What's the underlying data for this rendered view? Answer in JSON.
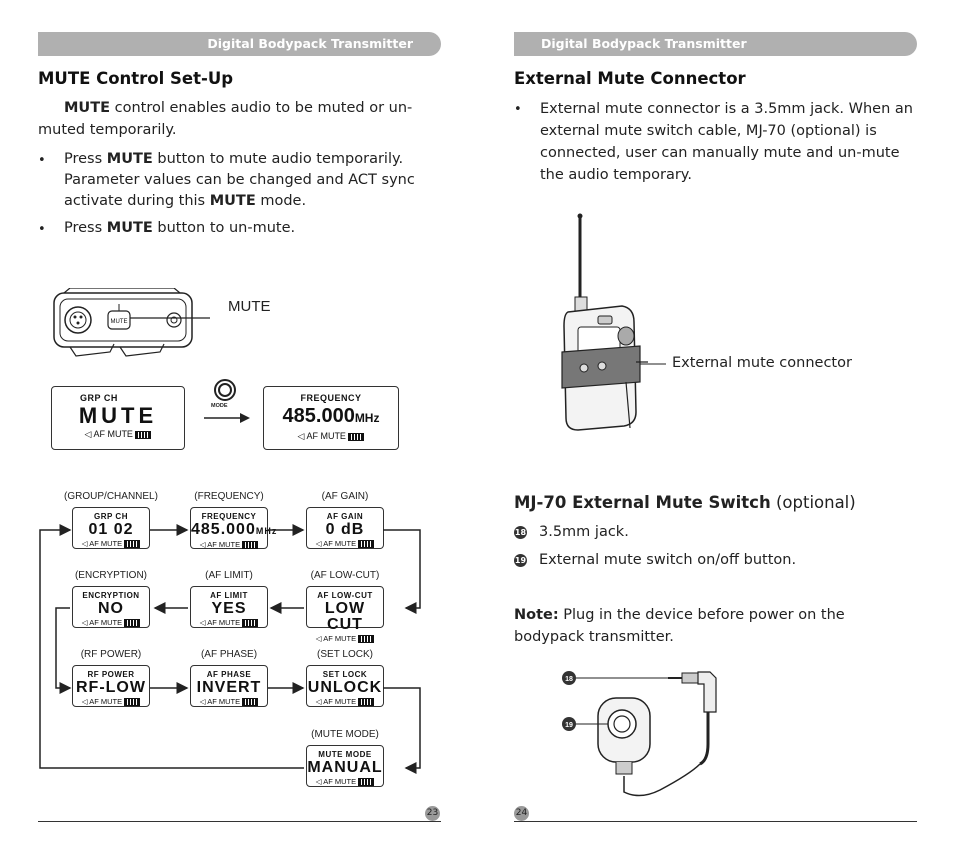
{
  "left": {
    "header": "Digital Bodypack Transmitter",
    "title": "MUTE Control Set-Up",
    "intro_bold": "MUTE",
    "intro_rest": " control enables audio to be muted or un-muted temporarily.",
    "bullet1_a": "Press ",
    "bullet1_b": "MUTE",
    "bullet1_c": " button to mute audio temporarily. Parameter values can be changed and ACT sync activate during this ",
    "bullet1_d": "MUTE",
    "bullet1_e": " mode.",
    "bullet2_a": "Press ",
    "bullet2_b": "MUTE",
    "bullet2_c": " button to un-mute.",
    "device_label": "MUTE",
    "mute_lcd": {
      "top": "GRP       CH",
      "mid": "MUTE",
      "bot": "◁ AF  MUTE"
    },
    "mode_label": "MODE",
    "freq_lcd": {
      "top": "FREQUENCY",
      "mid": "485.000",
      "unit": "MHz",
      "bot": "◁ AF  MUTE"
    },
    "flow": [
      {
        "caption": "(GROUP/CHANNEL)",
        "top": "GRP      CH",
        "mid": "01   02"
      },
      {
        "caption": "(FREQUENCY)",
        "top": "FREQUENCY",
        "mid": "485.000",
        "unit": "MHz"
      },
      {
        "caption": "(AF GAIN)",
        "top": "AF  GAIN",
        "mid": "0 dB"
      },
      {
        "caption": "(ENCRYPTION)",
        "top": "ENCRYPTION",
        "mid": "NO"
      },
      {
        "caption": "(AF LIMIT)",
        "top": "AF  LIMIT",
        "mid": "YES"
      },
      {
        "caption": "(AF LOW-CUT)",
        "top": "AF LOW-CUT",
        "mid": "LOW CUT"
      },
      {
        "caption": "(RF POWER)",
        "top": "RF  POWER",
        "mid": "RF-LOW"
      },
      {
        "caption": "(AF PHASE)",
        "top": "AF  PHASE",
        "mid": "INVERT"
      },
      {
        "caption": "(SET LOCK)",
        "top": "SET  LOCK",
        "mid": "UNLOCK"
      },
      {
        "caption": "(MUTE MODE)",
        "top": "MUTE MODE",
        "mid": "MANUAL"
      }
    ],
    "lcd_status": "◁ AF  MUTE",
    "page_number": "23"
  },
  "right": {
    "header": "Digital Bodypack Transmitter",
    "title": "External Mute Connector",
    "bullet": "External mute connector is a 3.5mm jack. When an external mute switch cable, MJ-70 (optional) is connected, user can manually mute and un-mute the audio temporary.",
    "connector_label": "External mute connector",
    "mj_title_bold": "MJ-70 External Mute Switch",
    "mj_title_rest": " (optional)",
    "item18_num": "18",
    "item18": "3.5mm jack.",
    "item19_num": "19",
    "item19": "External mute switch on/off button.",
    "note_bold": "Note:",
    "note_rest": " Plug in the device before power on the bodypack transmitter.",
    "page_number": "24"
  }
}
